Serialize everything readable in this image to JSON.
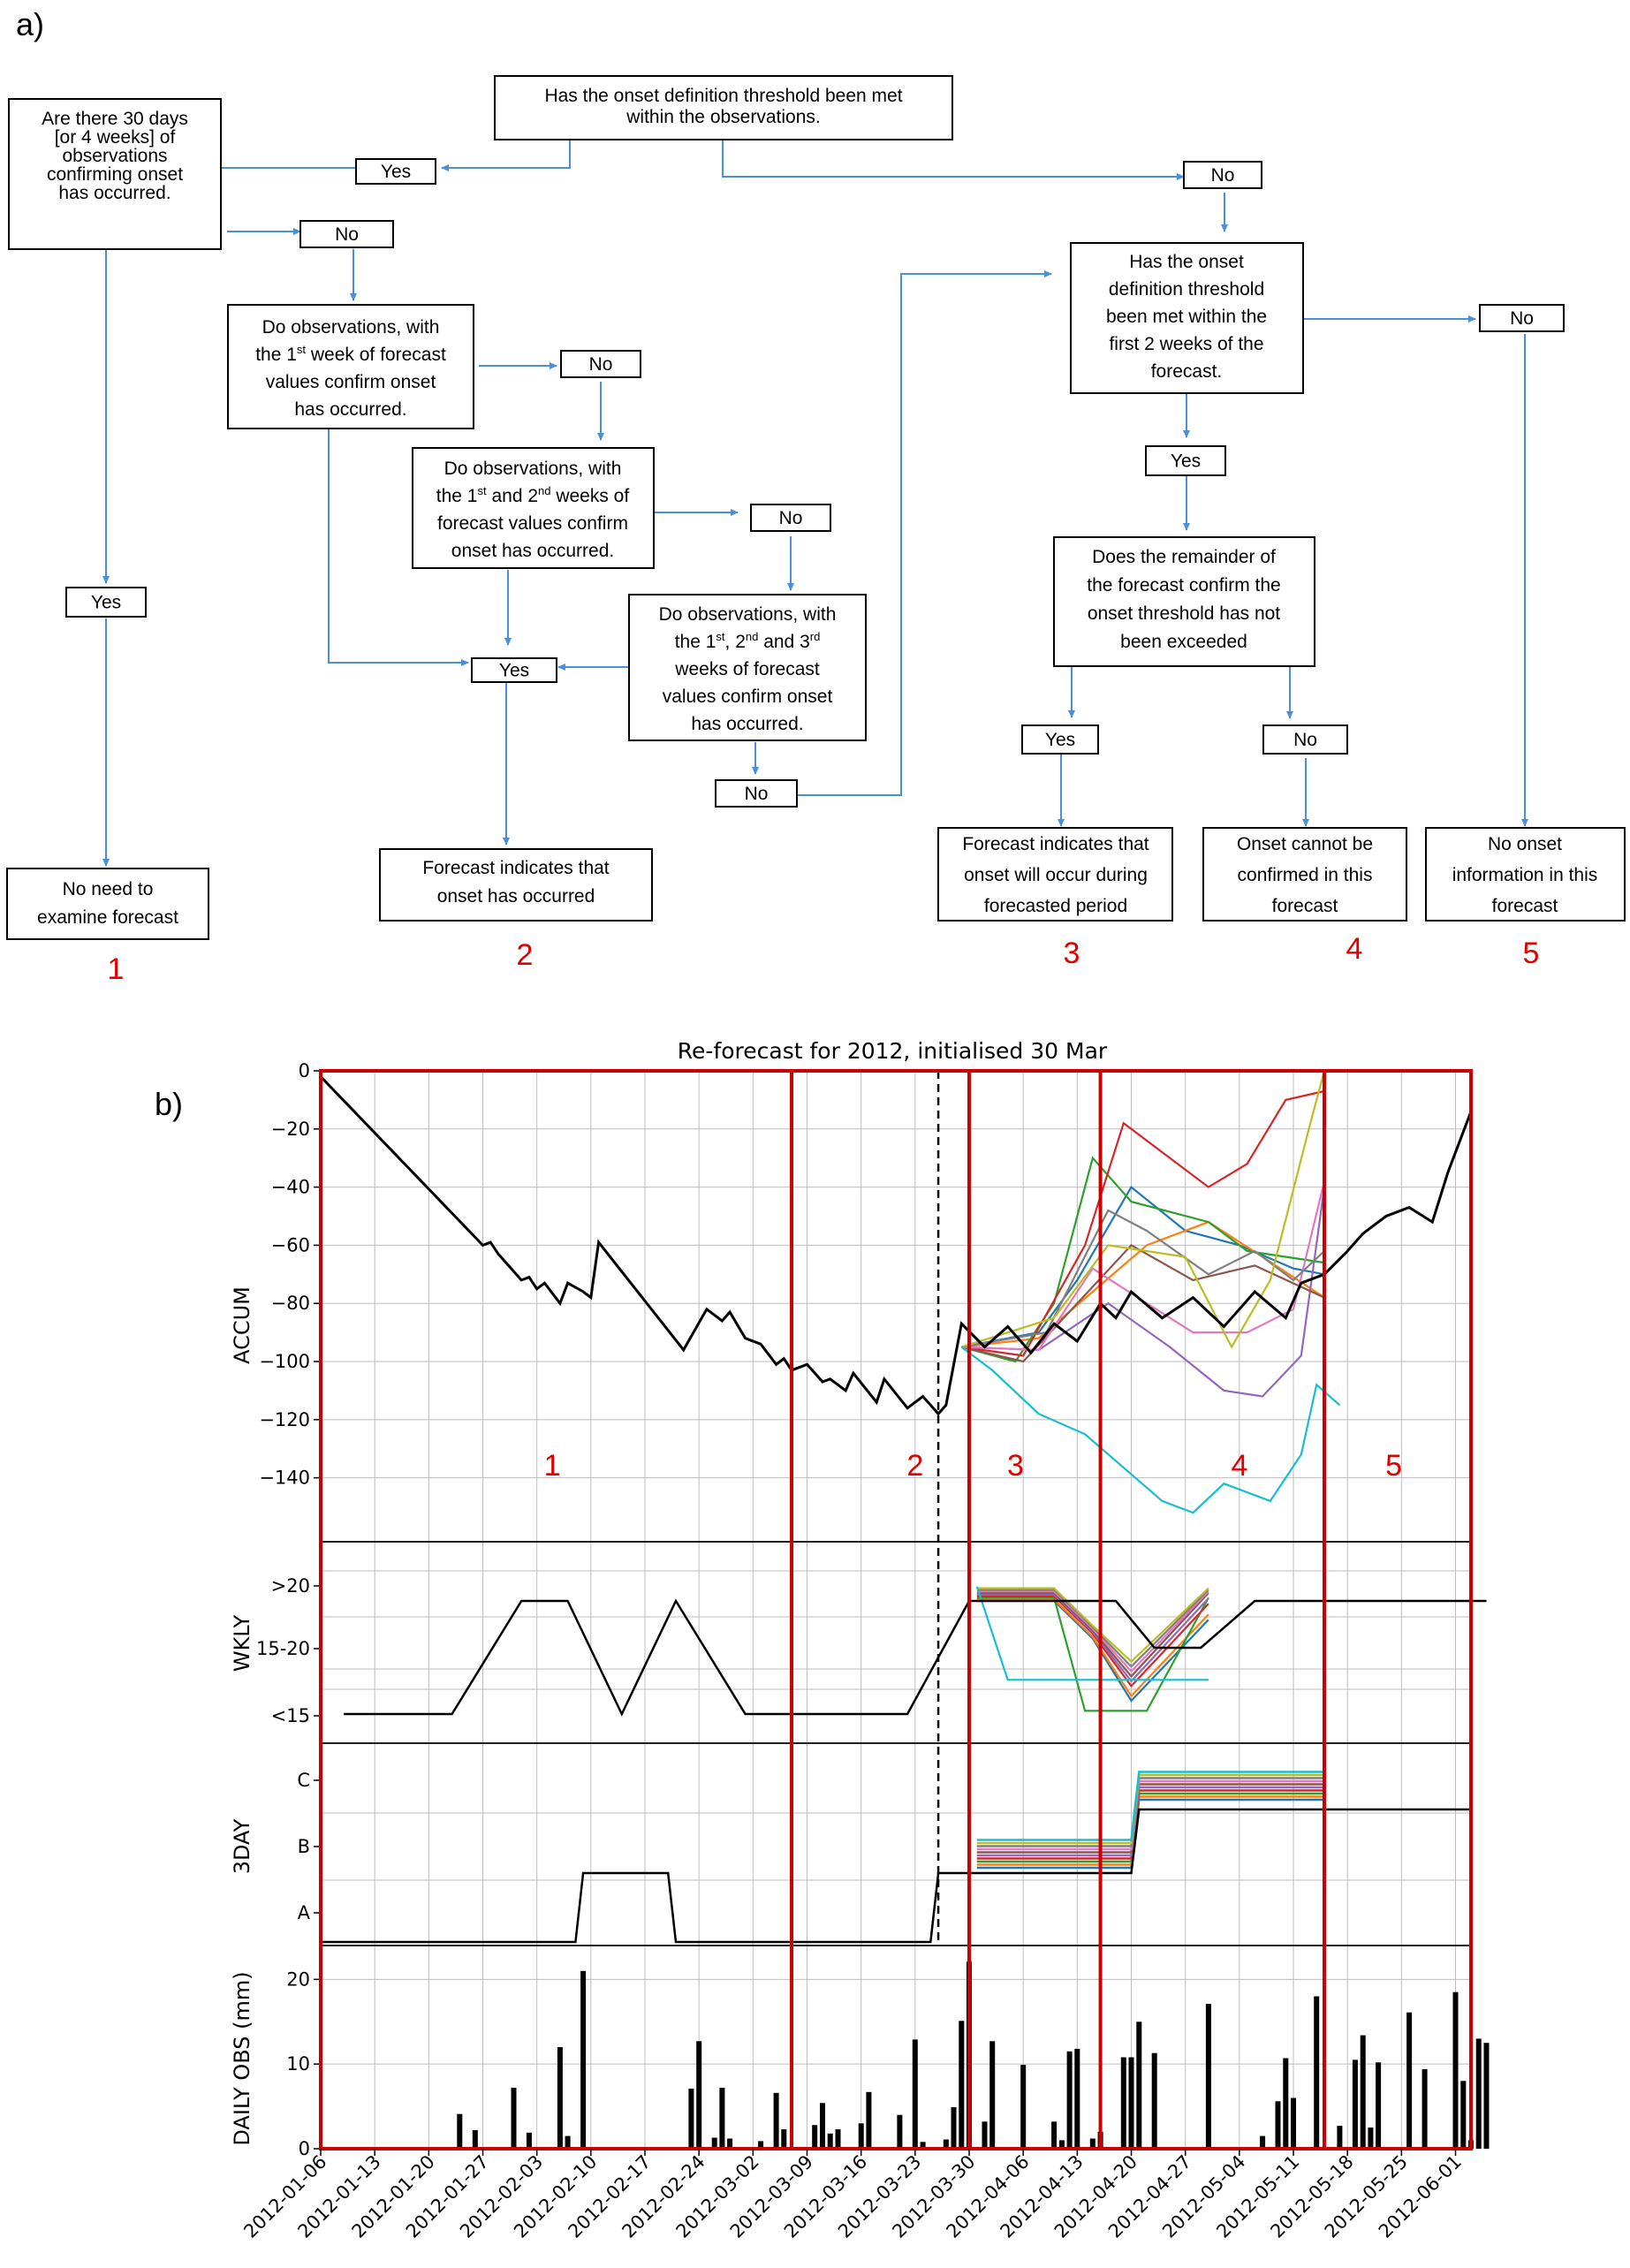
{
  "panel_a_label": "a)",
  "panel_b_label": "b)",
  "flow": {
    "q_top": [
      "Has the onset definition threshold been met",
      "within the observations."
    ],
    "q_30days": [
      "Are there 30 days",
      "[or 4 weeks] of",
      "observations",
      "confirming onset",
      "has occurred."
    ],
    "q_week1": [
      "Do observations, with",
      "the 1|st| week of forecast",
      "values confirm onset",
      "has occurred."
    ],
    "q_week12": [
      "Do observations, with",
      "the 1|st| and 2|nd| weeks of",
      "forecast values confirm",
      "onset has occurred."
    ],
    "q_week123": [
      "Do observations, with",
      "the 1|st|, 2|nd| and 3|rd|",
      "weeks of forecast",
      "values confirm onset",
      "has occurred."
    ],
    "q_fc2wk": [
      "Has the onset",
      "definition threshold",
      "been met within the",
      "first 2 weeks of the",
      "forecast."
    ],
    "q_remainder": [
      "Does the remainder of",
      "the forecast confirm the",
      "onset threshold has not",
      "been exceeded"
    ],
    "o1": [
      "No need to",
      "examine forecast"
    ],
    "o2": [
      "Forecast indicates that",
      "onset has occurred"
    ],
    "o3": [
      "Forecast indicates that",
      "onset will occur during",
      "forecasted period"
    ],
    "o4": [
      "Onset cannot be",
      "confirmed in this",
      "forecast"
    ],
    "o5": [
      "No onset",
      "information in this",
      "forecast"
    ],
    "yes": "Yes",
    "no": "No",
    "outcome_numbers": [
      "1",
      "2",
      "3",
      "4",
      "5"
    ]
  },
  "colors": {
    "connector": "#4a90d9",
    "region_border": "#cc0000",
    "numbers": "#e00000",
    "observed": "#000000"
  },
  "chart_data": {
    "type": "line",
    "title": "Re-forecast for 2012, initialised 30 Mar",
    "x_ticks": [
      "2012-01-06",
      "2012-01-13",
      "2012-01-20",
      "2012-01-27",
      "2012-02-03",
      "2012-02-10",
      "2012-02-17",
      "2012-02-24",
      "2012-03-02",
      "2012-03-09",
      "2012-03-16",
      "2012-03-23",
      "2012-03-30",
      "2012-04-06",
      "2012-04-13",
      "2012-04-20",
      "2012-04-27",
      "2012-05-04",
      "2012-05-11",
      "2012-05-18",
      "2012-05-25",
      "2012-06-01"
    ],
    "x_range": [
      "2012-01-06",
      "2012-06-03"
    ],
    "initialisation_date": "2012-03-26",
    "region_boundaries": [
      "2012-03-07",
      "2012-03-30",
      "2012-04-16",
      "2012-05-15"
    ],
    "region_labels": [
      "1",
      "2",
      "3",
      "4",
      "5"
    ],
    "region_label_dates": [
      "2012-02-05",
      "2012-03-23",
      "2012-04-05",
      "2012-05-04",
      "2012-05-24"
    ],
    "grid": true,
    "accum": {
      "ylabel": "ACCUM",
      "yticks": [
        "0",
        "−20",
        "−40",
        "−60",
        "−80",
        "−100",
        "−120",
        "−140"
      ],
      "ylim": [
        -162,
        0
      ],
      "observed": [
        [
          "2012-01-06",
          -2
        ],
        [
          "2012-01-27",
          -60
        ],
        [
          "2012-01-28",
          -59
        ],
        [
          "2012-01-29",
          -63
        ],
        [
          "2012-02-01",
          -72
        ],
        [
          "2012-02-02",
          -71
        ],
        [
          "2012-02-03",
          -75
        ],
        [
          "2012-02-04",
          -73
        ],
        [
          "2012-02-06",
          -80
        ],
        [
          "2012-02-07",
          -73
        ],
        [
          "2012-02-09",
          -76
        ],
        [
          "2012-02-10",
          -78
        ],
        [
          "2012-02-11",
          -59
        ],
        [
          "2012-02-22",
          -96
        ],
        [
          "2012-02-25",
          -82
        ],
        [
          "2012-02-27",
          -86
        ],
        [
          "2012-02-28",
          -83
        ],
        [
          "2012-03-01",
          -92
        ],
        [
          "2012-03-03",
          -94
        ],
        [
          "2012-03-05",
          -101
        ],
        [
          "2012-03-06",
          -99
        ],
        [
          "2012-03-07",
          -103
        ],
        [
          "2012-03-09",
          -101
        ],
        [
          "2012-03-11",
          -107
        ],
        [
          "2012-03-12",
          -106
        ],
        [
          "2012-03-14",
          -110
        ],
        [
          "2012-03-15",
          -104
        ],
        [
          "2012-03-18",
          -114
        ],
        [
          "2012-03-19",
          -106
        ],
        [
          "2012-03-22",
          -116
        ],
        [
          "2012-03-24",
          -112
        ],
        [
          "2012-03-26",
          -118
        ],
        [
          "2012-03-27",
          -115
        ],
        [
          "2012-03-29",
          -87
        ],
        [
          "2012-04-01",
          -95
        ],
        [
          "2012-04-04",
          -88
        ],
        [
          "2012-04-07",
          -97
        ],
        [
          "2012-04-10",
          -87
        ],
        [
          "2012-04-13",
          -93
        ],
        [
          "2012-04-16",
          -80
        ],
        [
          "2012-04-18",
          -85
        ],
        [
          "2012-04-20",
          -76
        ],
        [
          "2012-04-24",
          -85
        ],
        [
          "2012-04-28",
          -78
        ],
        [
          "2012-05-02",
          -88
        ],
        [
          "2012-05-06",
          -76
        ],
        [
          "2012-05-10",
          -85
        ],
        [
          "2012-05-12",
          -73
        ],
        [
          "2012-05-15",
          -70
        ],
        [
          "2012-05-18",
          -62
        ],
        [
          "2012-05-20",
          -56
        ],
        [
          "2012-05-23",
          -50
        ],
        [
          "2012-05-26",
          -47
        ],
        [
          "2012-05-29",
          -52
        ],
        [
          "2012-05-31",
          -35
        ],
        [
          "2012-06-03",
          -14
        ]
      ],
      "ensemble": [
        {
          "color": "#1f77b4",
          "points": [
            [
              "2012-03-29",
              -95
            ],
            [
              "2012-04-08",
              -90
            ],
            [
              "2012-04-13",
              -72
            ],
            [
              "2012-04-20",
              -40
            ],
            [
              "2012-04-27",
              -55
            ],
            [
              "2012-05-04",
              -60
            ],
            [
              "2012-05-11",
              -68
            ],
            [
              "2012-05-15",
              -70
            ]
          ]
        },
        {
          "color": "#ff7f0e",
          "points": [
            [
              "2012-03-29",
              -95
            ],
            [
              "2012-04-08",
              -92
            ],
            [
              "2012-04-15",
              -76
            ],
            [
              "2012-04-22",
              -60
            ],
            [
              "2012-04-30",
              -52
            ],
            [
              "2012-05-07",
              -64
            ],
            [
              "2012-05-15",
              -78
            ]
          ]
        },
        {
          "color": "#2ca02c",
          "points": [
            [
              "2012-03-29",
              -95
            ],
            [
              "2012-04-05",
              -100
            ],
            [
              "2012-04-10",
              -80
            ],
            [
              "2012-04-15",
              -30
            ],
            [
              "2012-04-20",
              -45
            ],
            [
              "2012-04-30",
              -52
            ],
            [
              "2012-05-05",
              -62
            ],
            [
              "2012-05-15",
              -66
            ]
          ]
        },
        {
          "color": "#d62728",
          "points": [
            [
              "2012-03-29",
              -95
            ],
            [
              "2012-04-06",
              -98
            ],
            [
              "2012-04-14",
              -60
            ],
            [
              "2012-04-19",
              -18
            ],
            [
              "2012-04-30",
              -40
            ],
            [
              "2012-05-05",
              -32
            ],
            [
              "2012-05-10",
              -10
            ],
            [
              "2012-05-15",
              -7
            ]
          ]
        },
        {
          "color": "#9467bd",
          "points": [
            [
              "2012-03-29",
              -95
            ],
            [
              "2012-04-08",
              -96
            ],
            [
              "2012-04-17",
              -80
            ],
            [
              "2012-04-25",
              -95
            ],
            [
              "2012-05-02",
              -110
            ],
            [
              "2012-05-07",
              -112
            ],
            [
              "2012-05-12",
              -98
            ],
            [
              "2012-05-15",
              -40
            ]
          ]
        },
        {
          "color": "#8c564b",
          "points": [
            [
              "2012-03-29",
              -95
            ],
            [
              "2012-04-06",
              -100
            ],
            [
              "2012-04-13",
              -80
            ],
            [
              "2012-04-20",
              -60
            ],
            [
              "2012-04-28",
              -72
            ],
            [
              "2012-05-06",
              -67
            ],
            [
              "2012-05-15",
              -78
            ]
          ]
        },
        {
          "color": "#e377c2",
          "points": [
            [
              "2012-03-29",
              -95
            ],
            [
              "2012-04-08",
              -96
            ],
            [
              "2012-04-15",
              -68
            ],
            [
              "2012-04-22",
              -80
            ],
            [
              "2012-04-28",
              -90
            ],
            [
              "2012-05-05",
              -90
            ],
            [
              "2012-05-11",
              -82
            ],
            [
              "2012-05-15",
              -38
            ]
          ]
        },
        {
          "color": "#7f7f7f",
          "points": [
            [
              "2012-03-29",
              -95
            ],
            [
              "2012-04-09",
              -90
            ],
            [
              "2012-04-17",
              -48
            ],
            [
              "2012-04-22",
              -55
            ],
            [
              "2012-04-30",
              -70
            ],
            [
              "2012-05-06",
              -62
            ],
            [
              "2012-05-11",
              -72
            ],
            [
              "2012-05-15",
              -62
            ]
          ]
        },
        {
          "color": "#bcbd22",
          "points": [
            [
              "2012-03-29",
              -95
            ],
            [
              "2012-04-10",
              -85
            ],
            [
              "2012-04-17",
              -60
            ],
            [
              "2012-04-27",
              -64
            ],
            [
              "2012-05-03",
              -95
            ],
            [
              "2012-05-08",
              -72
            ],
            [
              "2012-05-13",
              -20
            ],
            [
              "2012-05-15",
              0
            ]
          ]
        },
        {
          "color": "#17becf",
          "points": [
            [
              "2012-03-29",
              -95
            ],
            [
              "2012-04-02",
              -103
            ],
            [
              "2012-04-08",
              -118
            ],
            [
              "2012-04-14",
              -125
            ],
            [
              "2012-04-24",
              -148
            ],
            [
              "2012-04-28",
              -152
            ],
            [
              "2012-05-02",
              -142
            ],
            [
              "2012-05-08",
              -148
            ],
            [
              "2012-05-12",
              -132
            ],
            [
              "2012-05-14",
              -108
            ],
            [
              "2012-05-17",
              -115
            ]
          ]
        }
      ]
    },
    "wkly": {
      "ylabel": "WKLY",
      "categories": [
        "<15",
        "15-20",
        ">20"
      ],
      "observed": [
        [
          "2012-01-09",
          0
        ],
        [
          "2012-01-23",
          0
        ],
        [
          "2012-02-01",
          2
        ],
        [
          "2012-02-07",
          2
        ],
        [
          "2012-02-14",
          0
        ],
        [
          "2012-02-21",
          2
        ],
        [
          "2012-03-01",
          0
        ],
        [
          "2012-03-22",
          0
        ],
        [
          "2012-03-30",
          2
        ],
        [
          "2012-04-18",
          2
        ],
        [
          "2012-04-23",
          1
        ],
        [
          "2012-04-29",
          1
        ],
        [
          "2012-05-06",
          2
        ],
        [
          "2012-06-05",
          2
        ]
      ],
      "ensemble_colors": [
        "#1f77b4",
        "#ff7f0e",
        "#2ca02c",
        "#d62728",
        "#9467bd",
        "#8c564b",
        "#e377c2",
        "#7f7f7f",
        "#bcbd22",
        "#17becf"
      ]
    },
    "threeday": {
      "ylabel": "3DAY",
      "categories": [
        "A",
        "B",
        "C"
      ],
      "observed": [
        [
          "2012-01-06",
          0
        ],
        [
          "2012-02-08",
          0
        ],
        [
          "2012-02-09",
          1
        ],
        [
          "2012-02-20",
          1
        ],
        [
          "2012-02-21",
          0
        ],
        [
          "2012-03-25",
          0
        ],
        [
          "2012-03-26",
          1
        ],
        [
          "2012-04-20",
          1
        ],
        [
          "2012-04-21",
          2
        ],
        [
          "2012-05-15",
          2
        ],
        [
          "2012-05-16",
          2
        ],
        [
          "2012-06-03",
          2
        ]
      ]
    },
    "daily_obs": {
      "ylabel": "DAILY OBS (mm)",
      "yticks": [
        "0",
        "10",
        "20"
      ],
      "ylim": [
        0,
        24
      ],
      "bars": [
        [
          "2012-01-24",
          4.1
        ],
        [
          "2012-01-26",
          2.2
        ],
        [
          "2012-01-31",
          7.2
        ],
        [
          "2012-02-02",
          1.9
        ],
        [
          "2012-02-06",
          12
        ],
        [
          "2012-02-07",
          1.5
        ],
        [
          "2012-02-09",
          21
        ],
        [
          "2012-02-23",
          7.1
        ],
        [
          "2012-02-24",
          12.7
        ],
        [
          "2012-02-26",
          1.3
        ],
        [
          "2012-02-27",
          7.2
        ],
        [
          "2012-02-28",
          1.2
        ],
        [
          "2012-03-03",
          0.9
        ],
        [
          "2012-03-05",
          6.6
        ],
        [
          "2012-03-06",
          2.3
        ],
        [
          "2012-03-10",
          2.8
        ],
        [
          "2012-03-11",
          5.4
        ],
        [
          "2012-03-12",
          1.8
        ],
        [
          "2012-03-13",
          2.3
        ],
        [
          "2012-03-16",
          3.0
        ],
        [
          "2012-03-17",
          6.7
        ],
        [
          "2012-03-21",
          4.0
        ],
        [
          "2012-03-23",
          12.9
        ],
        [
          "2012-03-24",
          0.8
        ],
        [
          "2012-03-27",
          1.1
        ],
        [
          "2012-03-28",
          4.9
        ],
        [
          "2012-03-29",
          15.1
        ],
        [
          "2012-03-30",
          22.1
        ],
        [
          "2012-04-01",
          3.2
        ],
        [
          "2012-04-02",
          12.7
        ],
        [
          "2012-04-06",
          9.9
        ],
        [
          "2012-04-10",
          3.2
        ],
        [
          "2012-04-11",
          1.0
        ],
        [
          "2012-04-12",
          11.5
        ],
        [
          "2012-04-13",
          11.8
        ],
        [
          "2012-04-15",
          1.2
        ],
        [
          "2012-04-16",
          2.0
        ],
        [
          "2012-04-19",
          10.8
        ],
        [
          "2012-04-20",
          10.8
        ],
        [
          "2012-04-21",
          15.0
        ],
        [
          "2012-04-23",
          11.3
        ],
        [
          "2012-04-30",
          17.1
        ],
        [
          "2012-05-07",
          1.5
        ],
        [
          "2012-05-09",
          5.6
        ],
        [
          "2012-05-10",
          10.7
        ],
        [
          "2012-05-11",
          6.0
        ],
        [
          "2012-05-14",
          18.0
        ],
        [
          "2012-05-17",
          2.7
        ],
        [
          "2012-05-19",
          10.5
        ],
        [
          "2012-05-20",
          13.4
        ],
        [
          "2012-05-21",
          2.5
        ],
        [
          "2012-05-22",
          10.2
        ],
        [
          "2012-05-26",
          16.1
        ],
        [
          "2012-05-28",
          9.4
        ],
        [
          "2012-06-01",
          18.5
        ],
        [
          "2012-06-02",
          8.0
        ],
        [
          "2012-06-03",
          1.0
        ],
        [
          "2012-06-04",
          13.0
        ],
        [
          "2012-06-05",
          12.5
        ]
      ]
    }
  }
}
